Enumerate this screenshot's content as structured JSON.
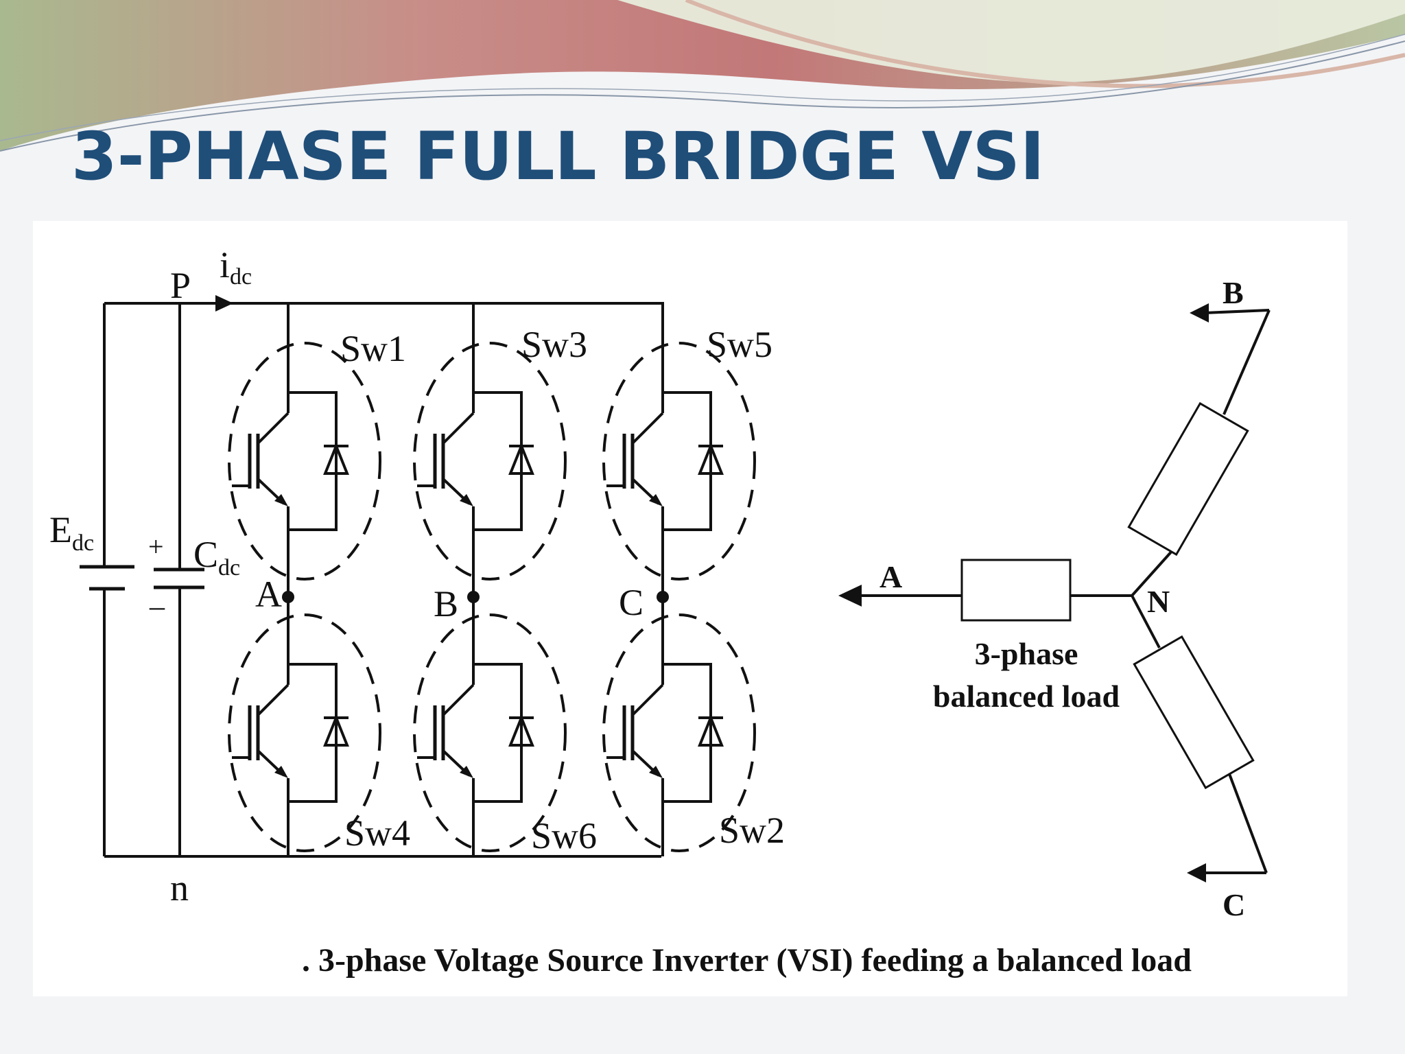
{
  "slide": {
    "title": "3-PHASE FULL BRIDGE VSI",
    "caption": ". 3-phase Voltage Source Inverter (VSI) feeding a balanced load"
  },
  "circuit": {
    "source": {
      "label": "E",
      "sub": "dc"
    },
    "capacitor": {
      "label": "C",
      "sub": "dc",
      "plus": "+",
      "minus": "–"
    },
    "nodes": {
      "p": "P",
      "n": "n"
    },
    "current": {
      "label": "i",
      "sub": "dc"
    },
    "switches": [
      "Sw1",
      "Sw3",
      "Sw5",
      "Sw4",
      "Sw6",
      "Sw2"
    ],
    "phase_nodes": [
      "A",
      "B",
      "C"
    ]
  },
  "load": {
    "outputs": [
      "A",
      "B",
      "C"
    ],
    "neutral": "N",
    "label_line1": "3-phase",
    "label_line2": "balanced load"
  },
  "colors": {
    "title": "#1f4e79",
    "wire": "#111111",
    "banner_red": "#c9787c",
    "banner_green": "#b7c7a0"
  }
}
